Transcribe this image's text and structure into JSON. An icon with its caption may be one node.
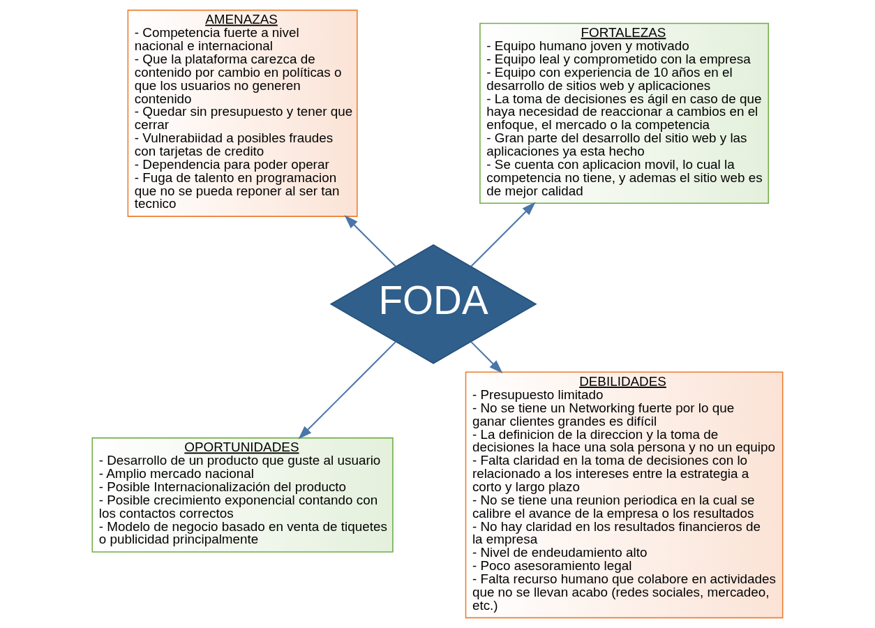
{
  "diagram": {
    "nodes": [
      {
        "text": [
          "FODA"
        ]
      },
      {
        "text": [
          "FORTALEZAS",
          "- Equipo humano joven y motivado",
          "- Equipo leal y comprometido con la empresa",
          "- Equipo con experiencia de 10 años en el desarrollo de sitios web y aplicaciones",
          "- La toma de decisiones es ágil en caso de que haya necesidad de reaccionar a cambios en el enfoque, el mercado o la competencia",
          "- Gran parte del desarrollo del sitio web y las aplicaciones ya esta hecho",
          "- Se cuenta con aplicacion movil, lo cual la competencia no tiene, y ademas el sitio web es de mejor calidad"
        ]
      },
      {
        "text": [
          "AMENAZAS",
          "- Competencia fuerte a nivel nacional e internacional",
          "- Que la plataforma carezca de contenido por cambio en políticas o que los usuarios no generen contenido",
          "- Quedar sin presupuesto y tener que cerrar",
          "- Vulnerabiidad a posibles fraudes con tarjetas de credito",
          "- Dependencia para poder operar",
          "- Fuga de talento en programacion que no se pueda reponer al ser tan tecnico"
        ]
      },
      {
        "text": [
          "OPORTUNIDADES",
          "- Desarrollo de un producto que guste al usuario",
          "- Amplio mercado nacional",
          "- Posible Internacionalización del producto",
          "- Posible crecimiento exponencial contando con los contactos correctos",
          "- Modelo de negocio basado en venta de tiquetes o publicidad principalmente"
        ]
      },
      {
        "text": [
          "DEBILIDADES",
          "- Presupuesto limitado",
          "- No se tiene un Networking fuerte por lo que ganar clientes grandes es difícil",
          "- La definicion de la direccion y la toma de decisiones la hace una sola persona y no un equipo",
          "- Falta claridad en la toma de decisiones con lo relacionado a los intereses entre la estrategia a corto y largo plazo",
          "- No se tiene una reunion periodica en la cual se calibre el avance de la empresa o los resultados",
          "- No hay claridad en los resultados financieros de la empresa",
          "- Nivel de endeudamiento alto",
          "- Poco asesoramiento legal",
          "- Falta recurso humano que colabore en actividades que no se llevan acabo (redes sociales, mercadeo, etc.)"
        ]
      }
    ],
    "edges": [
      {
        "from": 0,
        "to": 1,
        "arrow": "to"
      },
      {
        "from": 0,
        "to": 2,
        "arrow": "to"
      },
      {
        "from": 0,
        "to": 3,
        "arrow": "to"
      },
      {
        "from": 0,
        "to": 4,
        "arrow": "to"
      }
    ]
  }
}
